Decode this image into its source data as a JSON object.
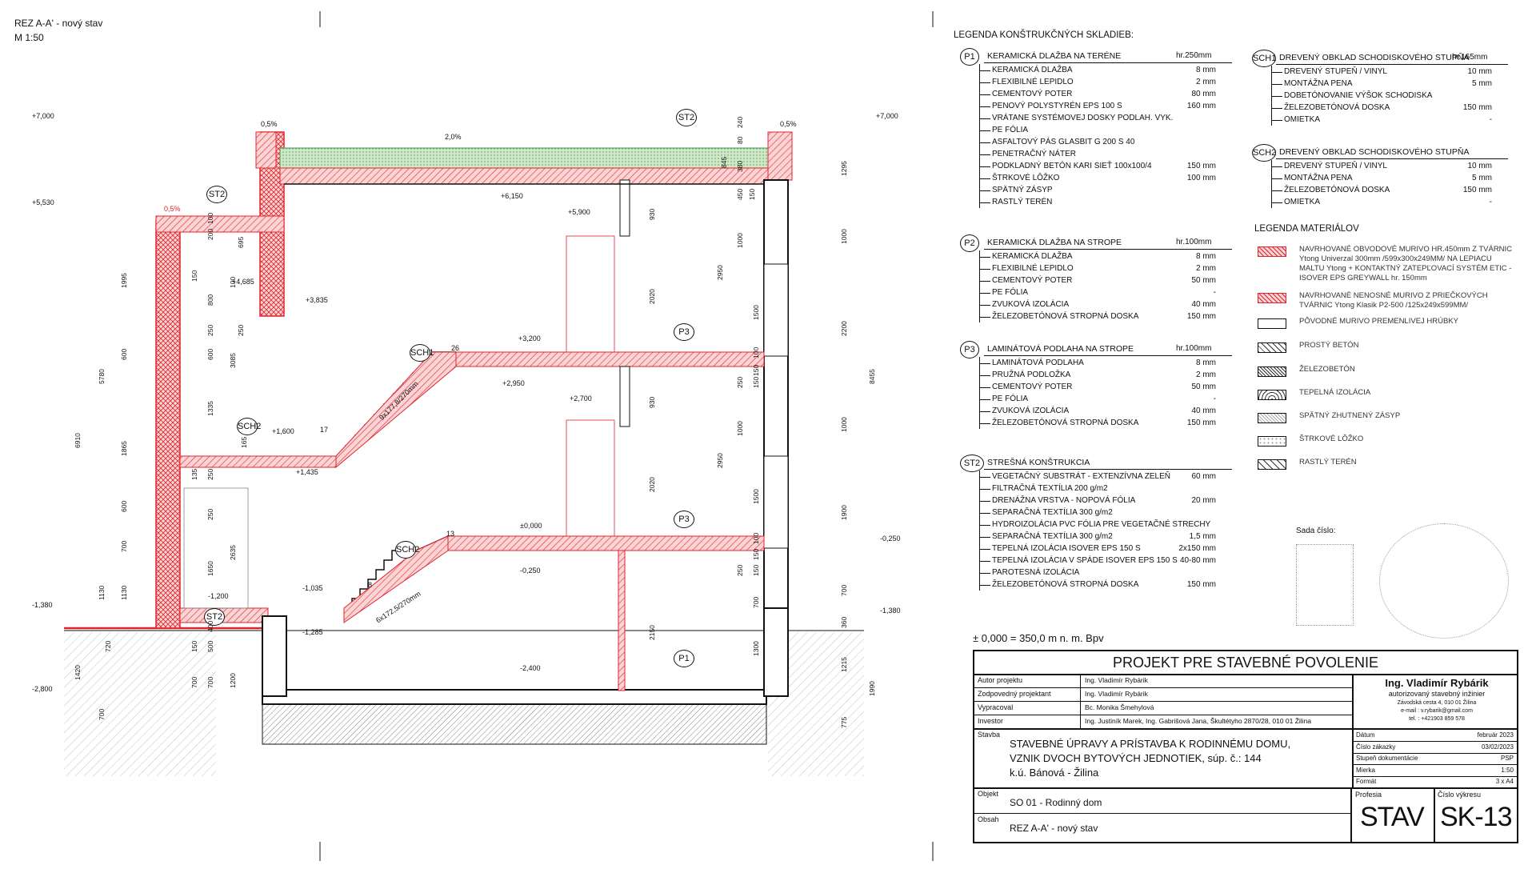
{
  "drawing": {
    "title": "REZ A-A' - nový stav",
    "scale": "M 1:50"
  },
  "section": {
    "levels_left": [
      "+7,000",
      "+5,530",
      "-1,380",
      "-2,800"
    ],
    "levels_right": [
      "+7,000",
      "-0,250",
      "-1,380"
    ],
    "level_marks": [
      "+6,150",
      "+5,900",
      "+4,685",
      "+3,835",
      "+3,200",
      "+2,950",
      "+2,700",
      "+1,600",
      "+1,435",
      "±0,000",
      "-0,250",
      "-1,035",
      "-1,200",
      "-1,285",
      "-2,400"
    ],
    "slopes": [
      "0,5%",
      "2,0%",
      "0,5%",
      "0,5%"
    ],
    "tags": [
      "ST2",
      "ST2",
      "ST2",
      "SCH1",
      "SCH2",
      "SCH2",
      "P3",
      "P3",
      "P1"
    ],
    "stairs": [
      "9x177,8/270mm",
      "6x172,5/270mm"
    ],
    "step_numbers": [
      "26",
      "17",
      "13",
      "8"
    ],
    "dims_left": [
      "6910",
      "5780",
      "1995",
      "600",
      "1865",
      "600",
      "700",
      "1130",
      "1130",
      "1420",
      "700"
    ],
    "dims_inner": [
      "100",
      "200",
      "150",
      "800",
      "250",
      "600",
      "1335",
      "135",
      "250",
      "250",
      "1650",
      "400",
      "500",
      "700",
      "3085",
      "2635",
      "1200",
      "165",
      "695",
      "100",
      "250",
      "150",
      "700",
      "720"
    ],
    "dims_right": [
      "8455",
      "1295",
      "1000",
      "2200",
      "1000",
      "1900",
      "700",
      "360",
      "1215",
      "1990",
      "775"
    ],
    "dims_mid": [
      "240",
      "80",
      "380",
      "845",
      "450",
      "150",
      "1000",
      "2950",
      "1500",
      "100",
      "150",
      "250",
      "150",
      "1000",
      "2950",
      "1500",
      "100",
      "150",
      "250",
      "150",
      "700",
      "1300",
      "930",
      "2020",
      "930",
      "2020",
      "2150"
    ]
  },
  "legend": {
    "title": "LEGENDA KONŠTRUKČNÝCH SKLADIEB:",
    "compositions": [
      {
        "tag": "P1",
        "name": "KERAMICKÁ DLAŽBA NA TERÉNE",
        "total": "hr.250mm",
        "layers": [
          [
            "KERAMICKÁ DLAŽBA",
            "8 mm"
          ],
          [
            "FLEXIBILNÉ LEPIDLO",
            "2 mm"
          ],
          [
            "CEMENTOVÝ POTER",
            "80 mm"
          ],
          [
            "PENOVÝ POLYSTYRÉN EPS 100 S",
            "160 mm"
          ],
          [
            "VRÁTANE SYSTÉMOVEJ DOSKY PODLAH. VYK.",
            ""
          ],
          [
            "PE FÓLIA",
            ""
          ],
          [
            "ASFALTOVÝ PÁS GLASBIT G 200 S 40",
            ""
          ],
          [
            "PENETRAČNÝ NÁTER",
            ""
          ],
          [
            "PODKLADNÝ BETÓN KARI SIEŤ 100x100/4",
            "150 mm"
          ],
          [
            "ŠTRKOVÉ LÔŽKO",
            "100 mm"
          ],
          [
            "SPÄTNÝ ZÁSYP",
            ""
          ],
          [
            "RASTLÝ TERÉN",
            ""
          ]
        ]
      },
      {
        "tag": "P2",
        "name": "KERAMICKÁ DLAŽBA NA STROPE",
        "total": "hr.100mm",
        "layers": [
          [
            "KERAMICKÁ DLAŽBA",
            "8 mm"
          ],
          [
            "FLEXIBILNÉ LEPIDLO",
            "2 mm"
          ],
          [
            "CEMENTOVÝ POTER",
            "50 mm"
          ],
          [
            "PE FÓLIA",
            "-"
          ],
          [
            "ZVUKOVÁ IZOLÁCIA",
            "40 mm"
          ],
          [
            "ŽELEZOBETÓNOVÁ STROPNÁ DOSKA",
            "150 mm"
          ]
        ]
      },
      {
        "tag": "P3",
        "name": "LAMINÁTOVÁ PODLAHA NA STROPE",
        "total": "hr.100mm",
        "layers": [
          [
            "LAMINÁTOVÁ PODLAHA",
            "8 mm"
          ],
          [
            "PRUŽNÁ PODLOŽKA",
            "2 mm"
          ],
          [
            "CEMENTOVÝ POTER",
            "50 mm"
          ],
          [
            "PE FÓLIA",
            "-"
          ],
          [
            "ZVUKOVÁ IZOLÁCIA",
            "40 mm"
          ],
          [
            "ŽELEZOBETÓNOVÁ STROPNÁ DOSKA",
            "150 mm"
          ]
        ]
      },
      {
        "tag": "ST2",
        "name": "STREŠNÁ KONŠTRUKCIA",
        "total": "",
        "layers": [
          [
            "VEGETAČNÝ SUBSTRÁT - EXTENZÍVNA ZELEŇ",
            "60 mm"
          ],
          [
            "FILTRAČNÁ TEXTÍLIA 200 g/m2",
            ""
          ],
          [
            "DRENÁŽNA VRSTVA - NOPOVÁ FÓLIA",
            "20 mm"
          ],
          [
            "SEPARAČNÁ TEXTÍLIA 300 g/m2",
            ""
          ],
          [
            "HYDROIZOLÁCIA PVC FÓLIA PRE VEGETAČNÉ STRECHY",
            ""
          ],
          [
            "SEPARAČNÁ TEXTÍLIA 300 g/m2",
            "1,5 mm"
          ],
          [
            "TEPELNÁ IZOLÁCIA ISOVER EPS 150 S",
            "2x150 mm"
          ],
          [
            "TEPELNÁ IZOLÁCIA V SPÁDE ISOVER EPS 150 S",
            "40-80 mm"
          ],
          [
            "PAROTESNÁ IZOLÁCIA",
            ""
          ],
          [
            "ŽELEZOBETÓNOVÁ STROPNÁ DOSKA",
            "150 mm"
          ]
        ]
      },
      {
        "tag": "SCH1",
        "name": "DREVENÝ OBKLAD SCHODISKOVÉHO STUPŇA",
        "total": "hr.165mm",
        "layers": [
          [
            "DREVENÝ STUPEŇ / VINYL",
            "10 mm"
          ],
          [
            "MONTÁŽNA PENA",
            "5 mm"
          ],
          [
            "DOBETÓNOVANIE VÝŠOK SCHODISKA",
            ""
          ],
          [
            "ŽELEZOBETÓNOVÁ DOSKA",
            "150 mm"
          ],
          [
            "OMIETKA",
            "-"
          ]
        ]
      },
      {
        "tag": "SCH2",
        "name": "DREVENÝ OBKLAD SCHODISKOVÉHO STUPŇA",
        "total": "",
        "layers": [
          [
            "DREVENÝ STUPEŇ / VINYL",
            "10 mm"
          ],
          [
            "MONTÁŽNA PENA",
            "5 mm"
          ],
          [
            "ŽELEZOBETÓNOVÁ DOSKA",
            "150 mm"
          ],
          [
            "OMIETKA",
            "-"
          ]
        ]
      }
    ],
    "materials_title": "LEGENDA MATERIÁLOV",
    "materials": [
      {
        "label": "NAVRHOVANÉ OBVODOVÉ MURIVO HR.450mm Z TVÁRNIC Ytong Univerzal 300mm /599x300x249MM/ NA LEPIACU MALTU Ytong + KONTAKTNÝ ZATEPĽOVACÍ SYSTÉM ETIC - ISOVER EPS GREYWALL hr. 150mm"
      },
      {
        "label": "NAVRHOVANÉ NENOSNÉ MURIVO Z PRIEČKOVÝCH TVÁRNIC Ytong Klasik P2-500 /125x249x599MM/"
      },
      {
        "label": "PÔVODNÉ MURIVO PREMENLIVEJ HRÚBKY"
      },
      {
        "label": "PROSTÝ BETÓN"
      },
      {
        "label": "ŽELEZOBETÓN"
      },
      {
        "label": "TEPELNÁ IZOLÁCIA"
      },
      {
        "label": "SPÄTNÝ ZHUTNENÝ ZÁSYP"
      },
      {
        "label": "ŠTRKOVÉ LÔŽKO"
      },
      {
        "label": "RASTLÝ TERÉN"
      }
    ],
    "stamp_label": "Sada číslo:",
    "datum": "± 0,000 = 350,0 m n. m. Bpv"
  },
  "titleblock": {
    "heading": "PROJEKT PRE STAVEBNÉ POVOLENIE",
    "rows": [
      [
        "Autor projektu",
        "Ing. Vladimír Rybárik"
      ],
      [
        "Zodpovedný projektant",
        "Ing. Vladimír Rybárik"
      ],
      [
        "Vypracoval",
        "Bc. Monika Šmehylová"
      ],
      [
        "Investor",
        "Ing. Justiník Marek, Ing. Gabrišová Jana, Škultétyho 2870/28, 010 01 Žilina"
      ]
    ],
    "company": {
      "name": "Ing. Vladimír Rybárik",
      "role": "autorizovaný stavebný inžinier",
      "address": "Závodská cesta 4, 010 01 Žilina",
      "email": "e-mail : v.rybarik@gmail.com",
      "tel": "tel. : +421903 859 578"
    },
    "stavba_label": "Stavba",
    "stavba": [
      "STAVEBNÉ ÚPRAVY A PRÍSTAVBA K RODINNÉMU DOMU,",
      "VZNIK DVOCH BYTOVÝCH JEDNOTIEK, súp. č.: 144",
      "k.ú. Bánová - Žilina"
    ],
    "info": [
      [
        "Dátum",
        "február 2023"
      ],
      [
        "Číslo zákazky",
        "03/02/2023"
      ],
      [
        "Stupeň dokumentácie",
        "PSP"
      ],
      [
        "Mierka",
        "1:50"
      ],
      [
        "Formát",
        "3 x A4"
      ]
    ],
    "objekt_label": "Objekt",
    "objekt": "SO 01 - Rodinný dom",
    "obsah_label": "Obsah",
    "obsah": "REZ A-A' - nový stav",
    "profesia_label": "Profesia",
    "profesia": "STAV",
    "cislo_label": "Číslo výkresu",
    "cislo": "SK-13"
  },
  "colors": {
    "red": "#e0242b",
    "hatch_red": "#e85a5f",
    "line": "#111111",
    "green": "#4a9a4a",
    "gray": "#888888"
  }
}
